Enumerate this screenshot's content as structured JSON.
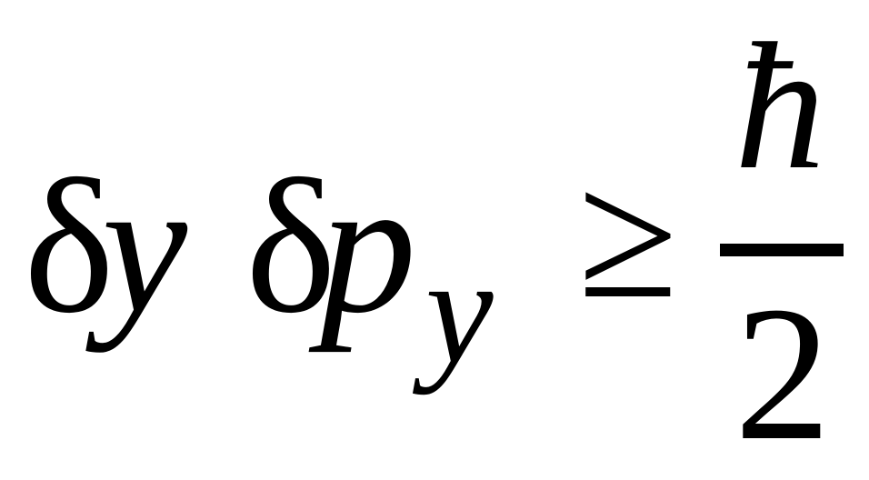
{
  "equation": {
    "lhs_delta_1": "δ",
    "lhs_y": "y",
    "lhs_delta_2": "δ",
    "lhs_p": "p",
    "lhs_subscript": "y",
    "relation": "≥",
    "numerator": "ħ",
    "denominator": "2"
  }
}
